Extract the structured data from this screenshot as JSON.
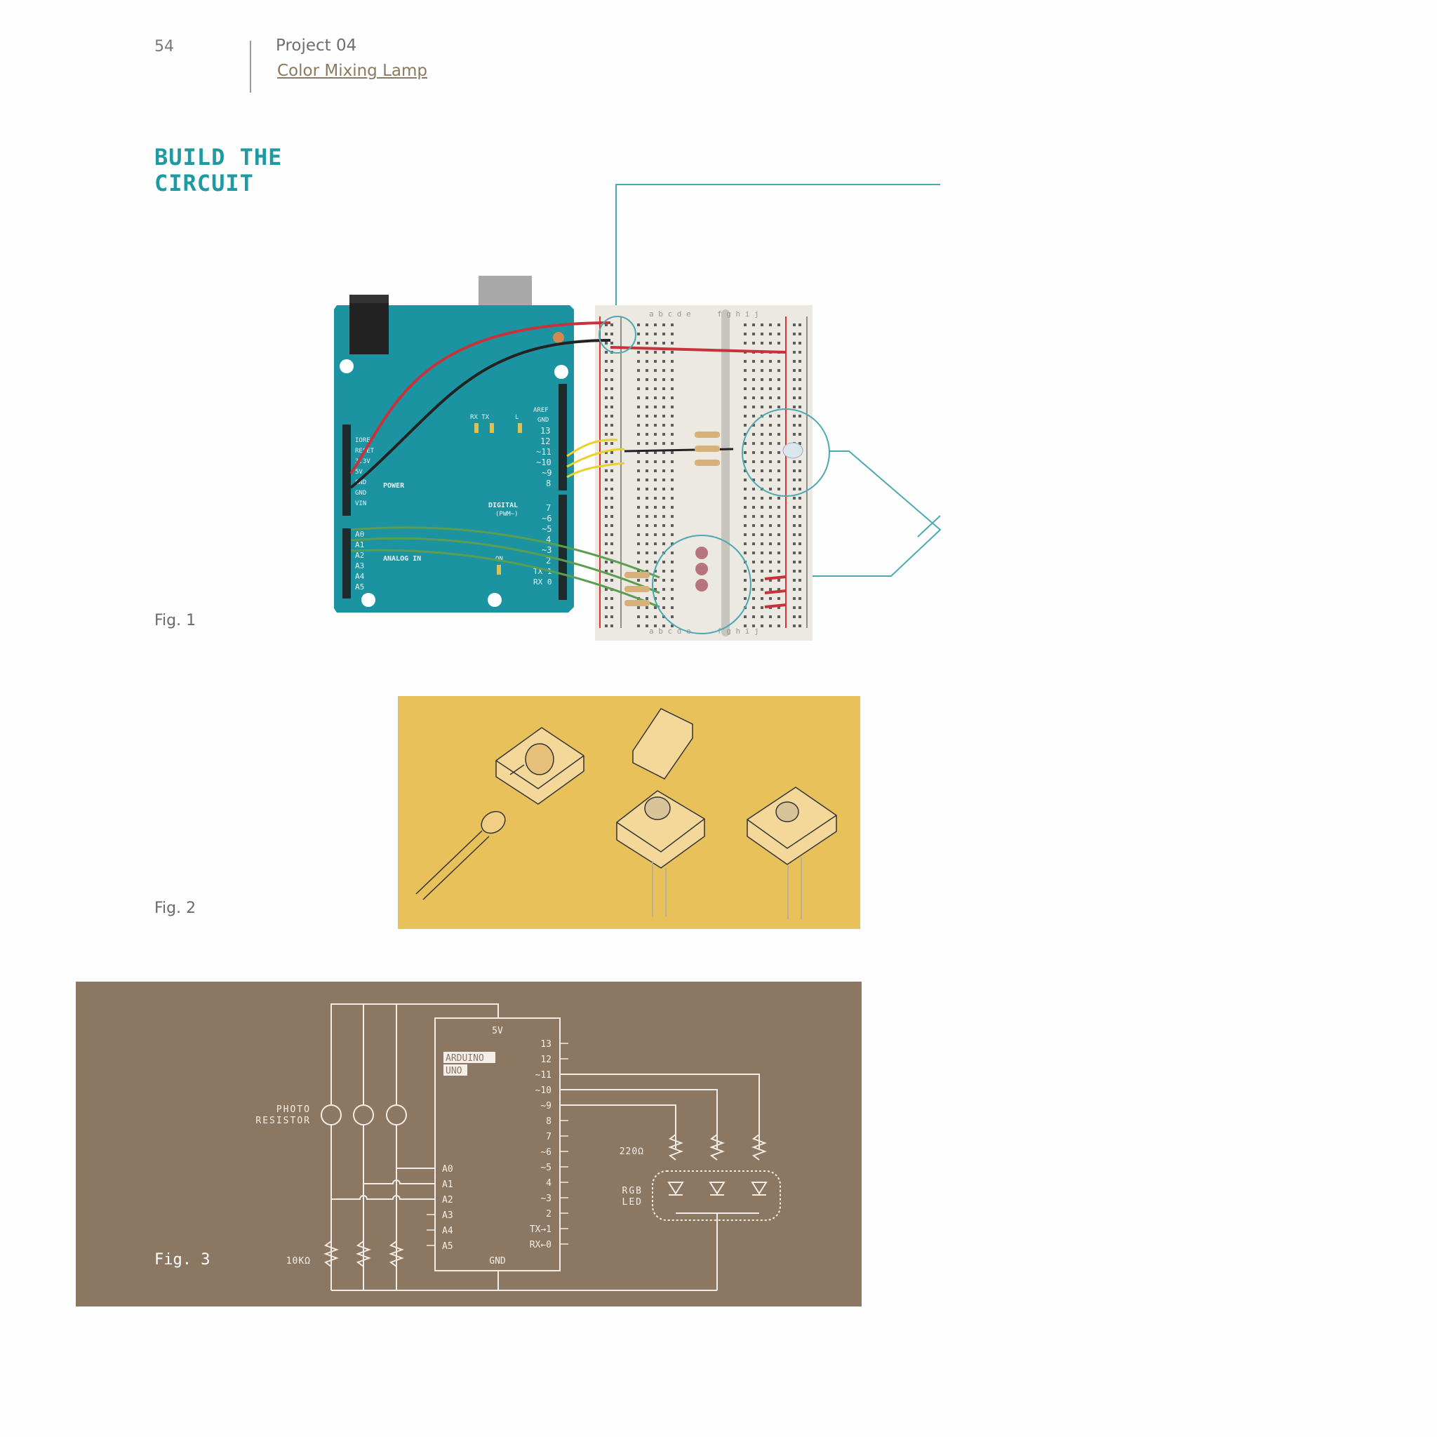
{
  "header": {
    "page_number": "54",
    "project": "Project 04",
    "subtitle": "Color Mixing Lamp"
  },
  "section": {
    "heading_line1": "BUILD THE",
    "heading_line2": "CIRCUIT"
  },
  "figures": {
    "fig1_label": "Fig. 1",
    "fig2_label": "Fig. 2",
    "fig3_label": "Fig. 3"
  },
  "fig1": {
    "board_labels": [
      "IOREF",
      "RESET",
      "3.3V",
      "5V",
      "GND",
      "GND",
      "VIN"
    ],
    "power": "POWER",
    "analog_pins": [
      "A0",
      "A1",
      "A2",
      "A3",
      "A4",
      "A5"
    ],
    "analog_in": "ANALOG IN",
    "digital": "DIGITAL",
    "pwm": "(PWM~)",
    "digital_pins": [
      "AREF",
      "GND",
      "13",
      "12",
      "~11",
      "~10",
      "~9",
      "8",
      "7",
      "~6",
      "~5",
      "4",
      "~3",
      "2",
      "TX 1",
      "RX 0"
    ],
    "leds": [
      "RX",
      "TX",
      "L"
    ],
    "on": "ON",
    "breadboard_cols": "a b c d e   f g h i j"
  },
  "fig3": {
    "photo_label_1": "PHOTO",
    "photo_label_2": "RESISTOR",
    "board_1": "ARDUINO",
    "board_2": "UNO",
    "five_v": "5V",
    "gnd": "GND",
    "right_pins": [
      "13",
      "12",
      "~11",
      "~10",
      "~9",
      "8",
      "7",
      "~6",
      "~5",
      "4",
      "~3",
      "2",
      "TX→1",
      "RX←0"
    ],
    "left_pins": [
      "A0",
      "A1",
      "A2",
      "A3",
      "A4",
      "A5"
    ],
    "resistor_220": "220Ω",
    "rgb_1": "RGB",
    "rgb_2": "LED",
    "resistor_10k": "10KΩ"
  },
  "colors": {
    "teal": "#1f9aa3",
    "arduino": "#1b93a1",
    "fig2_bg": "#e8c15a",
    "fig3_bg": "#8c7862"
  }
}
